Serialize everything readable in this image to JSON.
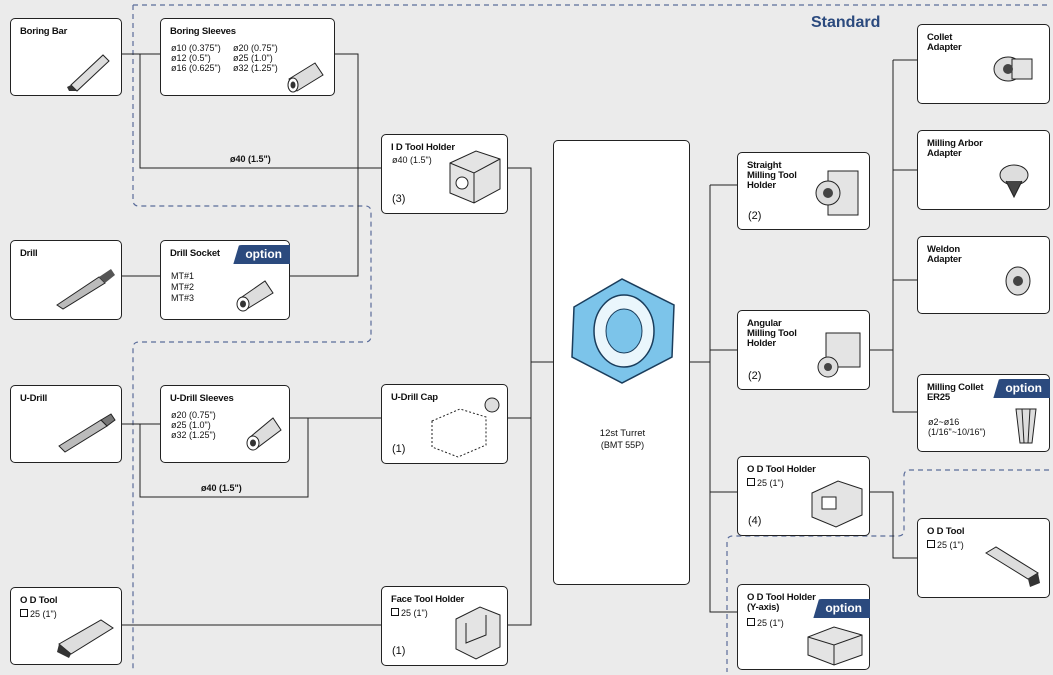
{
  "standard_label": "Standard",
  "option_label": "option",
  "colors": {
    "accent": "#2b4a7e",
    "turret": "#7cc4ea",
    "wire": "#222222",
    "dash": "#5a6c9a",
    "background": "#ebebeb"
  },
  "boring_bar": {
    "title": "Boring Bar",
    "icon": "boring-bar-icon"
  },
  "boring_sleeves": {
    "title": "Boring  Sleeves",
    "col1": [
      "ø10 (0.375\")",
      "ø12 (0.5\")",
      "ø16 (0.625\")"
    ],
    "col2": [
      "ø20 (0.75\")",
      "ø25 (1.0\")",
      "ø32 (1.25\")"
    ]
  },
  "drill": {
    "title": "Drill"
  },
  "drill_socket": {
    "title": "Drill Socket",
    "items": [
      "MT#1",
      "MT#2",
      "MT#3"
    ]
  },
  "u_drill": {
    "title": "U-Drill"
  },
  "u_drill_sleeves": {
    "title": "U-Drill Sleeves",
    "items": [
      "ø20 (0.75\")",
      "ø25 (1.0\")",
      "ø32 (1.25\")"
    ]
  },
  "od_tool_left": {
    "title": "O D Tool",
    "size": "25 (1\")"
  },
  "id_tool_holder": {
    "title": "I D Tool Holder",
    "size": "ø40 (1.5\")",
    "count": "(3)"
  },
  "u_drill_cap": {
    "title": "U-Drill Cap",
    "count": "(1)"
  },
  "face_tool_holder": {
    "title": "Face Tool Holder",
    "size": "25 (1\")",
    "count": "(1)"
  },
  "line_label_top": "ø40 (1.5\")",
  "line_label_mid": "ø40 (1.5\")",
  "turret": {
    "name": "12st Turret",
    "spec": "(BMT 55P)"
  },
  "straight_milling": {
    "title": "Straight\nMilling Tool\nHolder",
    "count": "(2)"
  },
  "angular_milling": {
    "title": "Angular\nMilling Tool\nHolder",
    "count": "(2)"
  },
  "od_tool_holder": {
    "title": "O D Tool Holder",
    "size": "25 (1\")",
    "count": "(4)"
  },
  "od_tool_holder_y": {
    "title": "O D Tool Holder\n(Y-axis)",
    "size": "25 (1\")"
  },
  "collet_adapter": {
    "title": "Collet\nAdapter"
  },
  "milling_arbor": {
    "title": "Milling Arbor\nAdapter"
  },
  "weldon_adapter": {
    "title": "Weldon\nAdapter"
  },
  "milling_collet": {
    "title": "Milling Collet\nER25",
    "range1": "ø2~ø16",
    "range2": "(1/16\"~10/16\")"
  },
  "od_tool_right": {
    "title": "O D Tool",
    "size": "25 (1\")"
  }
}
